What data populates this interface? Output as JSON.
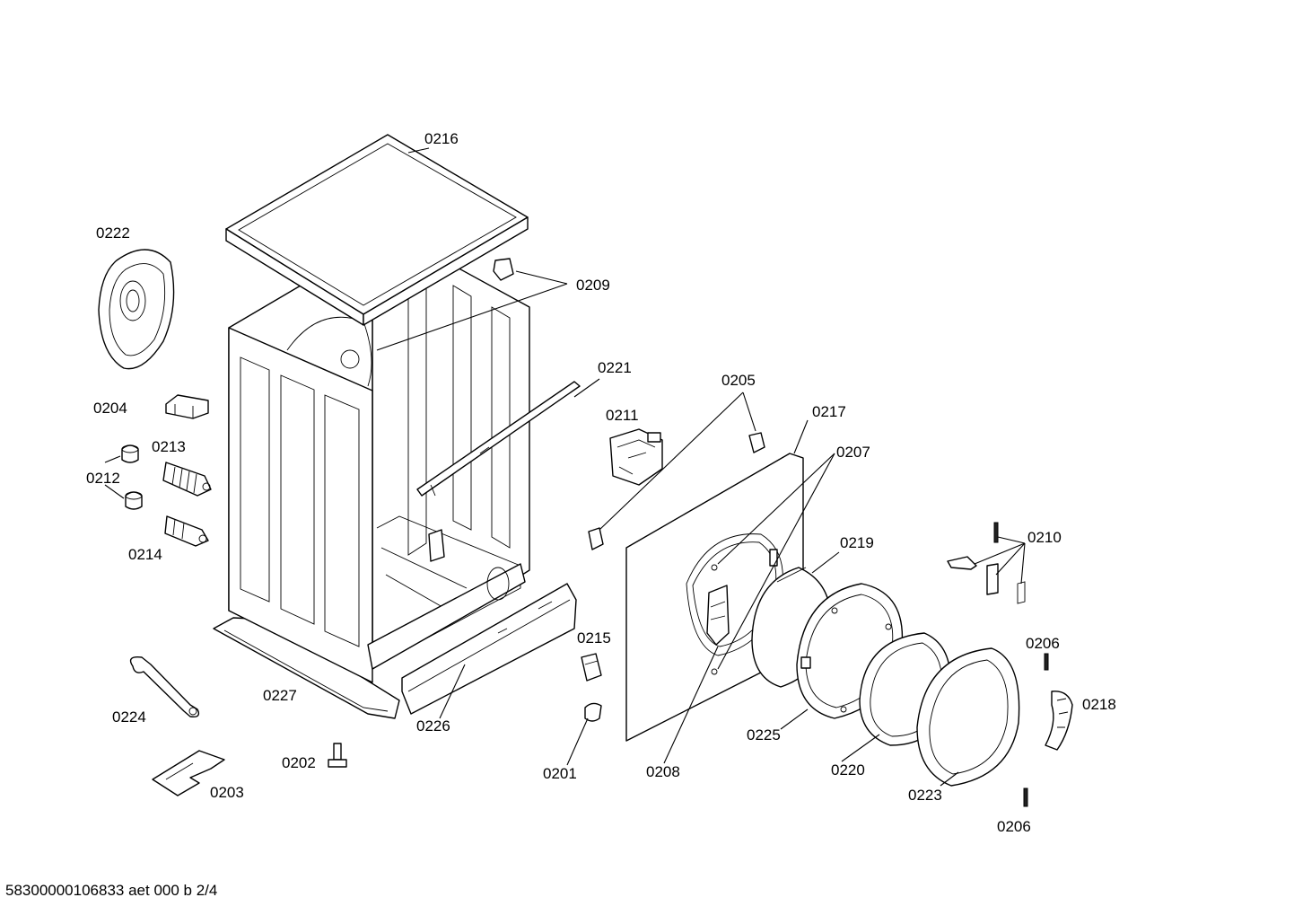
{
  "footer_text": "58300000106833 aet 000 b 2/4",
  "part_labels": {
    "p0216": "0216",
    "p0222": "0222",
    "p0209": "0209",
    "p0221": "0221",
    "p0205": "0205",
    "p0204": "0204",
    "p0211": "0211",
    "p0217": "0217",
    "p0213": "0213",
    "p0207": "0207",
    "p0212": "0212",
    "p0214": "0214",
    "p0219": "0219",
    "p0210": "0210",
    "p0215": "0215",
    "p0206a": "0206",
    "p0218": "0218",
    "p0224": "0224",
    "p0227": "0227",
    "p0226": "0226",
    "p0225": "0225",
    "p0202": "0202",
    "p0201": "0201",
    "p0208": "0208",
    "p0220": "0220",
    "p0203": "0203",
    "p0223": "0223",
    "p0206b": "0206"
  }
}
